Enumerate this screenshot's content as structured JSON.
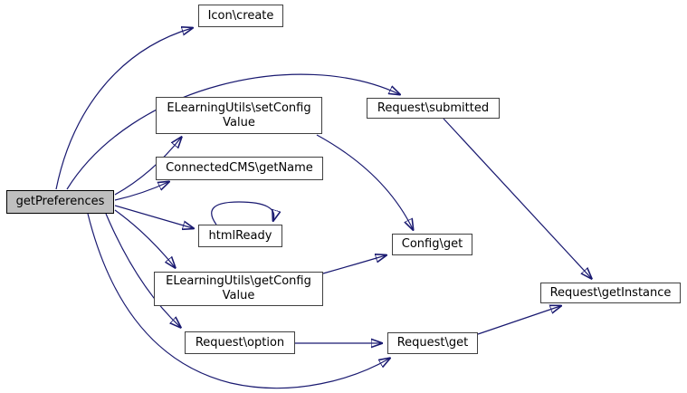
{
  "diagram": {
    "title": "getPreferences call graph",
    "type": "call-graph",
    "colors": {
      "edge": "#191970",
      "node_border": "#404040",
      "node_fill": "#ffffff",
      "highlight_fill": "#bfbfbf",
      "text": "#000000",
      "background": "#ffffff"
    },
    "nodes": [
      {
        "id": "getPreferences",
        "label": "getPreferences",
        "highlighted": true
      },
      {
        "id": "icon-create",
        "label": "Icon\\create"
      },
      {
        "id": "request-submitted",
        "label": "Request\\submitted"
      },
      {
        "id": "elearningutils-setconfigvalue",
        "label": "ELearningUtils\\setConfigValue",
        "lines": [
          "ELearningUtils\\setConfig",
          "Value"
        ]
      },
      {
        "id": "connectedcms-getname",
        "label": "ConnectedCMS\\getName"
      },
      {
        "id": "htmlready",
        "label": "htmlReady"
      },
      {
        "id": "config-get",
        "label": "Config\\get"
      },
      {
        "id": "elearningutils-getconfigvalue",
        "label": "ELearningUtils\\getConfigValue",
        "lines": [
          "ELearningUtils\\getConfig",
          "Value"
        ]
      },
      {
        "id": "request-option",
        "label": "Request\\option"
      },
      {
        "id": "request-get",
        "label": "Request\\get"
      },
      {
        "id": "request-getinstance",
        "label": "Request\\getInstance"
      }
    ],
    "edges": [
      {
        "from": "getPreferences",
        "to": "Icon\\create"
      },
      {
        "from": "getPreferences",
        "to": "Request\\submitted"
      },
      {
        "from": "getPreferences",
        "to": "ELearningUtils\\setConfigValue"
      },
      {
        "from": "getPreferences",
        "to": "ConnectedCMS\\getName"
      },
      {
        "from": "getPreferences",
        "to": "htmlReady"
      },
      {
        "from": "getPreferences",
        "to": "ELearningUtils\\getConfigValue"
      },
      {
        "from": "getPreferences",
        "to": "Request\\option"
      },
      {
        "from": "getPreferences",
        "to": "Request\\get"
      },
      {
        "from": "htmlReady",
        "to": "htmlReady"
      },
      {
        "from": "ELearningUtils\\setConfigValue",
        "to": "Config\\get"
      },
      {
        "from": "ELearningUtils\\getConfigValue",
        "to": "Config\\get"
      },
      {
        "from": "Request\\submitted",
        "to": "Request\\getInstance"
      },
      {
        "from": "Request\\option",
        "to": "Request\\get"
      },
      {
        "from": "Request\\get",
        "to": "Request\\getInstance"
      }
    ]
  }
}
